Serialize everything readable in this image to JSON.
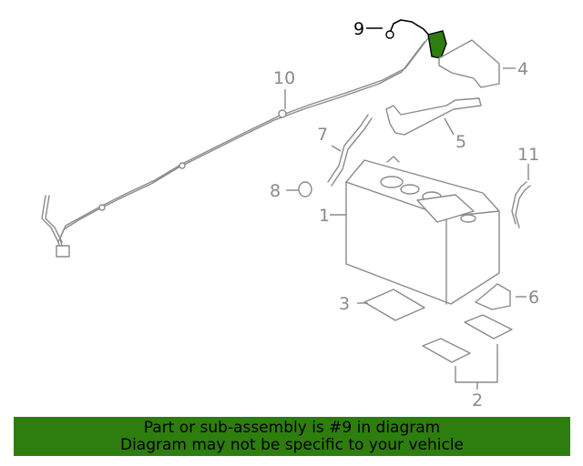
{
  "callouts": {
    "c1": "1",
    "c2": "2",
    "c3": "3",
    "c4": "4",
    "c5": "5",
    "c6": "6",
    "c7": "7",
    "c8": "8",
    "c9": "9",
    "c10": "10",
    "c11": "11"
  },
  "highlight_part": "9",
  "colors": {
    "highlight": "#2e7d0f",
    "line": "#8a8a8a",
    "banner": "#2e7d0f"
  },
  "banner": {
    "line1": "Part or sub-assembly is #9 in diagram",
    "line2": "Diagram may not be specific to your vehicle"
  }
}
